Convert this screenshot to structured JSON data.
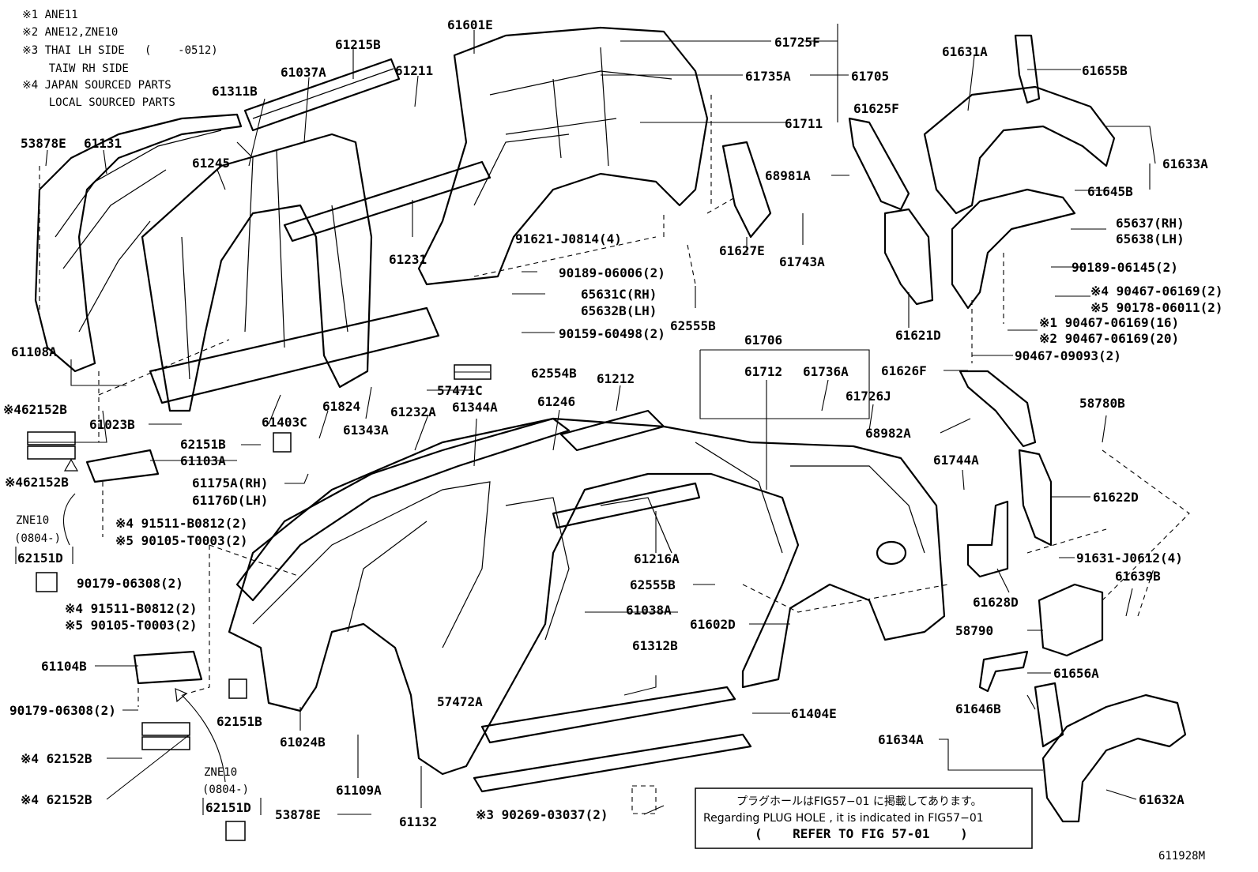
{
  "notes": [
    "※1 ANE11",
    "※2 ANE12,ZNE10",
    "※3 THAI LH SIDE   (    -0512)",
    "    TAIW RH SIDE",
    "※4 JAPAN SOURCED PARTS",
    "    LOCAL SOURCED PARTS"
  ],
  "labels": {
    "l61601E": "61601E",
    "l61725F": "61725F",
    "l61735A": "61735A",
    "l61705": "61705",
    "l61711": "61711",
    "l61215B": "61215B",
    "l61037A": "61037A",
    "l61211": "61211",
    "l61311B": "61311B",
    "l53878E_top": "53878E",
    "l61131": "61131",
    "l61245": "61245",
    "l61231": "61231",
    "l61108A": "61108A",
    "l61023B": "61023B",
    "l61403C": "61403C",
    "l61824": "61824",
    "l61343A": "61343A",
    "l62151B_a": "62151B",
    "l61103A": "61103A",
    "l62152B_a": "※462152B",
    "l62152B_b": "※462152B",
    "lZNE10_a": "ZNE10",
    "l0804_a": "(0804-)",
    "l62151D_a": "62151D",
    "l90179_a": "90179-06308(2)",
    "l61175A": "61175A(RH)",
    "l61176D": "61176D(LH)",
    "l91511_a": "※4 91511-B0812(2)",
    "l90105_a": "※5 90105-T0003(2)",
    "l91511_b": "※4 91511-B0812(2)",
    "l90105_b": "※5 90105-T0003(2)",
    "l61104B": "61104B",
    "l90179_b": "90179-06308(2)",
    "l62151B_b": "62151B",
    "l61024B": "61024B",
    "l62152B_c": "※4 62152B",
    "l62152B_d": "※4 62152B",
    "lZNE10_b": "ZNE10",
    "l0804_b": "(0804-)",
    "l62151D_b": "62151D",
    "l53878E_bot": "53878E",
    "l61109A": "61109A",
    "l61132": "61132",
    "l91621": "91621-J0814(4)",
    "l90189_06006": "90189-06006(2)",
    "l65631C": "65631C(RH)",
    "l65632B": "65632B(LH)",
    "l90159": "90159-60498(2)",
    "l62555B_a": "62555B",
    "l62554B": "62554B",
    "l57471C": "57471C",
    "l61232A": "61232A",
    "l61344A": "61344A",
    "l61246": "61246",
    "l61212": "61212",
    "l61216A": "61216A",
    "l62555B_b": "62555B",
    "l61038A": "61038A",
    "l61312B": "61312B",
    "l57472A": "57472A",
    "l61404E": "61404E",
    "l90269": "※3 90269-03037(2)",
    "l61706": "61706",
    "l61712": "61712",
    "l61736A": "61736A",
    "l61726J": "61726J",
    "l61602D": "61602D",
    "l61627E": "61627E",
    "l61743A": "61743A",
    "l68981A": "68981A",
    "l61625F": "61625F",
    "l61621D": "61621D",
    "l61631A": "61631A",
    "l61655B": "61655B",
    "l61633A": "61633A",
    "l61645B": "61645B",
    "l65637": "65637(RH)",
    "l65638": "65638(LH)",
    "l90189_06145": "90189-06145(2)",
    "l90467_4": "※4 90467-06169(2)",
    "l90178": "※5 90178-06011(2)",
    "l90467_1": "※1 90467-06169(16)",
    "l90467_2": "※2 90467-06169(20)",
    "l90467_09093": "90467-09093(2)",
    "l61626F": "61626F",
    "l68982A": "68982A",
    "l58780B": "58780B",
    "l61744A": "61744A",
    "l61622D": "61622D",
    "l91631": "91631-J0612(4)",
    "l61639B": "61639B",
    "l61628D": "61628D",
    "l58790": "58790",
    "l61656A": "61656A",
    "l61646B": "61646B",
    "l61634A": "61634A",
    "l61632A": "61632A"
  },
  "note_box": {
    "line1": "プラグホールはFIG57−01 に掲載してあります。",
    "line2": "Regarding PLUG HOLE , it is indicated in FIG57−01",
    "line3": "(    REFER TO FIG 57-01    )"
  },
  "figure_id": "611928M"
}
